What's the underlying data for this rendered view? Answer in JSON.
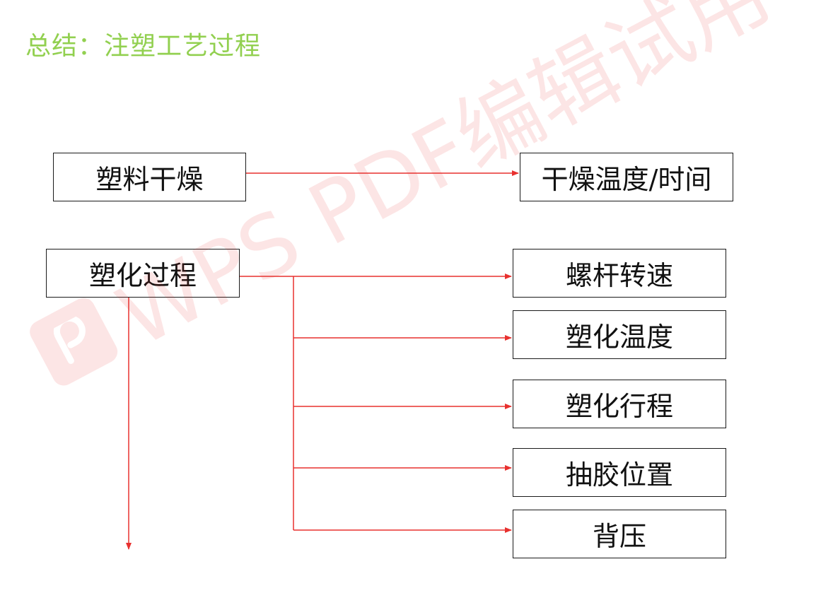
{
  "title": "总结：注塑工艺过程",
  "colors": {
    "title": "#92d050",
    "arrow": "#e8312f",
    "border": "#1a1a1a",
    "watermark": "#e8312f"
  },
  "boxes": {
    "drying": "塑料干燥",
    "drying_params": "干燥温度/时间",
    "plasticizing": "塑化过程",
    "screw_speed": "螺杆转速",
    "plasticizing_temp": "塑化温度",
    "plasticizing_stroke": "塑化行程",
    "suck_back": "抽胶位置",
    "back_pressure": "背压"
  },
  "watermark": {
    "text": "WPS PDF编辑试用",
    "icon": "wps-pdf-logo-icon"
  }
}
